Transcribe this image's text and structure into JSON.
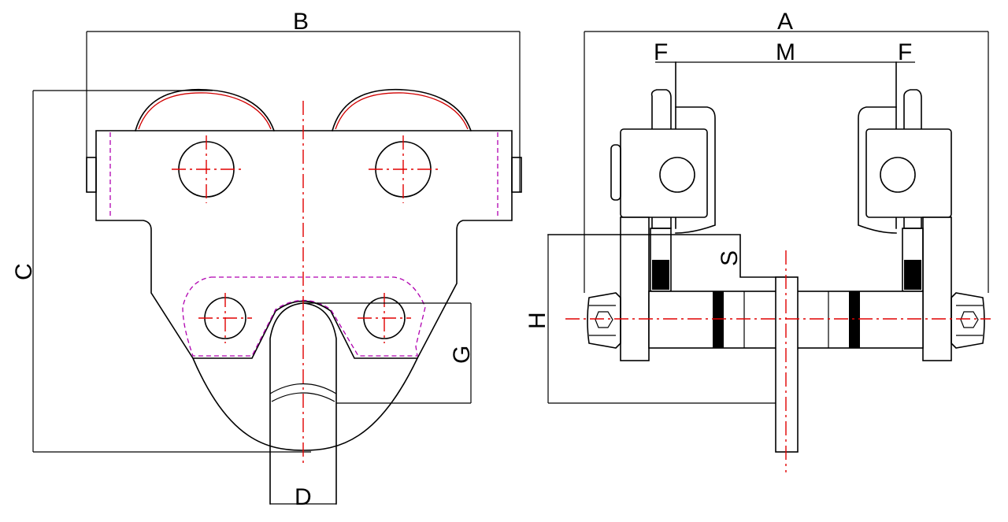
{
  "diagram": {
    "left_view": {
      "labels": {
        "B": "B",
        "C": "C",
        "D": "D",
        "G": "G"
      }
    },
    "right_view": {
      "labels": {
        "A": "A",
        "M": "M",
        "F_left": "F",
        "F_right": "F",
        "S": "S",
        "H": "H"
      }
    },
    "colors": {
      "outline": "#000000",
      "centerline": "#e00000",
      "hidden_line": "#b000b0"
    }
  }
}
